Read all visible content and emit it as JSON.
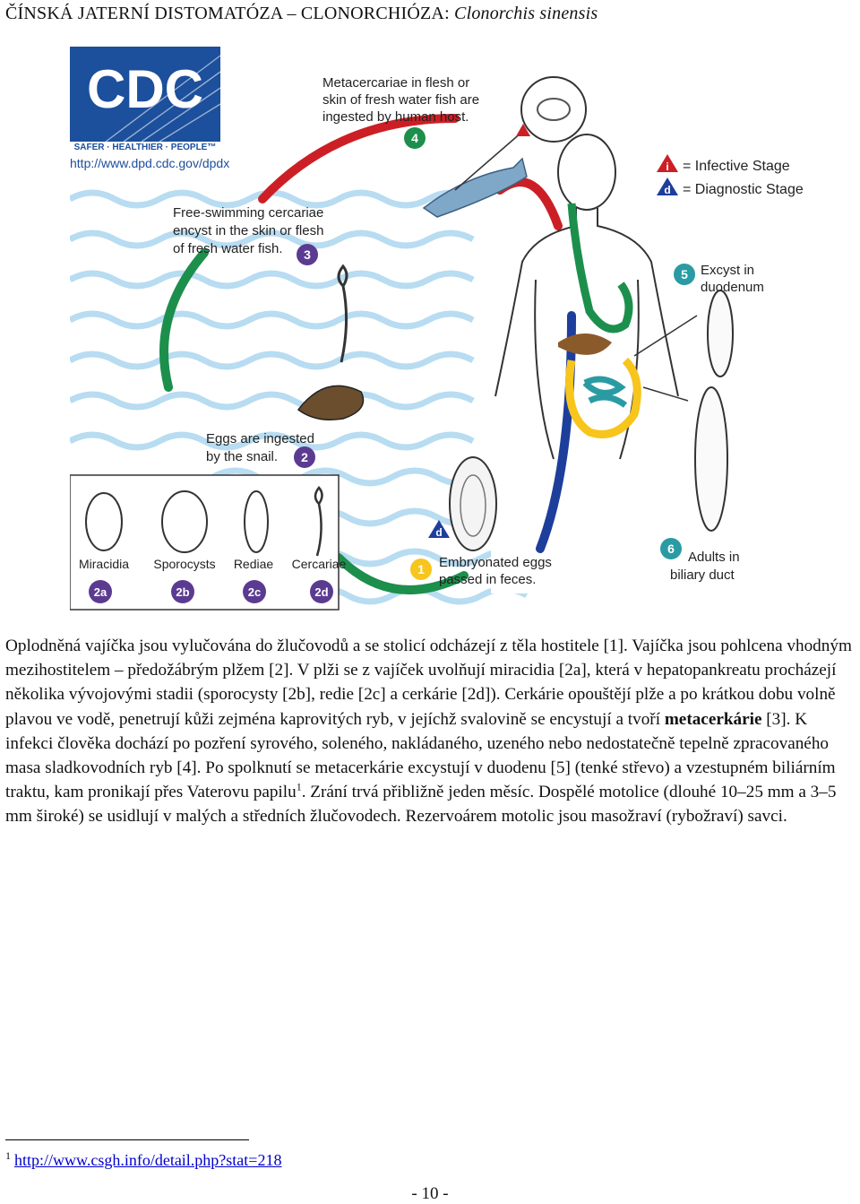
{
  "header": {
    "title_main": "ČÍNSKÁ JATERNÍ DISTOMATÓZA – CLONORCHIÓZA: ",
    "title_latin": "Clonorchis sinensis"
  },
  "diagram": {
    "logo": {
      "text": "CDC",
      "tagline": "SAFER · HEALTHIER · PEOPLE™",
      "url": "http://www.dpd.cdc.gov/dpdx"
    },
    "legend": {
      "infective": "= Infective Stage",
      "diagnostic": "= Diagnostic Stage",
      "i_mark": "i",
      "d_mark": "d"
    },
    "stages": {
      "s1": {
        "num": "1",
        "lines": [
          "Embryonated eggs",
          "passed in feces."
        ]
      },
      "s2": {
        "num": "2",
        "lines": [
          "Eggs are ingested",
          "by the snail."
        ]
      },
      "s3": {
        "num": "3",
        "lines": [
          "Free-swimming cercariae",
          "encyst in the skin or flesh",
          "of fresh water fish."
        ]
      },
      "s4": {
        "num": "4",
        "lines": [
          "Metacercariae in flesh or",
          "skin of fresh water fish are",
          "ingested by human host."
        ]
      },
      "s5": {
        "num": "5",
        "lines": [
          "Excyst in",
          "duodenum"
        ]
      },
      "s6": {
        "num": "6",
        "lines": [
          "Adults in",
          "biliary duct"
        ]
      }
    },
    "snail_stages": [
      {
        "label": "Miracidia",
        "code": "2a"
      },
      {
        "label": "Sporocysts",
        "code": "2b"
      },
      {
        "label": "Rediae",
        "code": "2c"
      },
      {
        "label": "Cercariae",
        "code": "2d"
      }
    ],
    "colors": {
      "infective_red": "#cc1f25",
      "diagnostic_blue": "#1e3e9c",
      "stage_green": "#1c8f4c",
      "stage_yellow": "#f7c51c",
      "stage_teal": "#2a9ba3",
      "stage_purple": "#5b3b91",
      "water": "#cde7f5"
    }
  },
  "body": {
    "p1": "Oplodněná vajíčka jsou vylučována do žlučovodů a se stolicí odcházejí z těla hostitele [1]. Vajíčka jsou pohlcena vhodným mezihostitelem – předožábrým plžem [2]. V plži se z vajíček uvolňují miracidia [2a], která v hepatopankreatu procházejí několika vývojovými stadii (sporocysty [2b], redie [2c] a cerkárie [2d]). Cerkárie opouštějí plže a po krátkou dobu volně plavou ve vodě, penetrují kůži zejména kaprovitých ryb, v jejíchž svalovině se encystují a tvoří ",
    "p1_bold": "metacerkárie",
    "p1_b": " [3]. K infekci člověka dochází po pozření syrového, soleného, nakládaného, uzeného nebo nedostatečně tepelně zpracovaného masa sladkovodních ryb [4]. Po spolknutí se metacerkárie excystují v duodenu [5] (tenké střevo) a vzestupném biliárním traktu, kam pronikají přes Vaterovu papilu",
    "sup": "1",
    "p1_c": ". Zrání trvá přibližně jeden měsíc. Dospělé motolice (dlouhé 10–25 mm a 3–5 mm široké) se usidlují v malých a středních žlučovodech. Rezervoárem motolic jsou masožraví (rybožraví) savci."
  },
  "footnote": {
    "mark": "1",
    "link": "http://www.csgh.info/detail.php?stat=218"
  },
  "page": {
    "number": "- 10 -"
  }
}
